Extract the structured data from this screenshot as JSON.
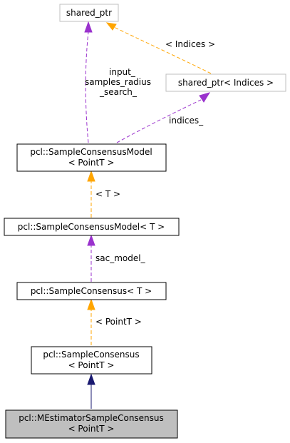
{
  "colors": {
    "inheritance_edge": "#191970",
    "template_edge": "#ffa500",
    "usage_edge": "#9a32cd",
    "node_border": "#000000",
    "external_node_border": "#bfbfbf",
    "highlight_fill": "#bfbfbf",
    "node_fill": "#ffffff"
  },
  "nodes": {
    "shared_ptr": {
      "line1": "shared_ptr"
    },
    "shared_ptr_indices": {
      "line1": "shared_ptr< Indices >"
    },
    "scm_pointt": {
      "line1": "pcl::SampleConsensusModel",
      "line2": "< PointT >"
    },
    "scm_t": {
      "line1": "pcl::SampleConsensusModel< T >"
    },
    "sc_t": {
      "line1": "pcl::SampleConsensus< T >"
    },
    "sc_pointt": {
      "line1": "pcl::SampleConsensus",
      "line2": "< PointT >"
    },
    "msac_pointt": {
      "line1": "pcl::MEstimatorSampleConsensus",
      "line2": "< PointT >"
    }
  },
  "edges": {
    "indices_template": {
      "label": "< Indices >"
    },
    "input_members": {
      "line1": "input_",
      "line2": "samples_radius",
      "line3": "_search_"
    },
    "indices_member": {
      "label": "indices_"
    },
    "t_template": {
      "label": "< T >"
    },
    "sac_model_member": {
      "label": "sac_model_"
    },
    "pointt_template": {
      "label": "< PointT >"
    }
  }
}
